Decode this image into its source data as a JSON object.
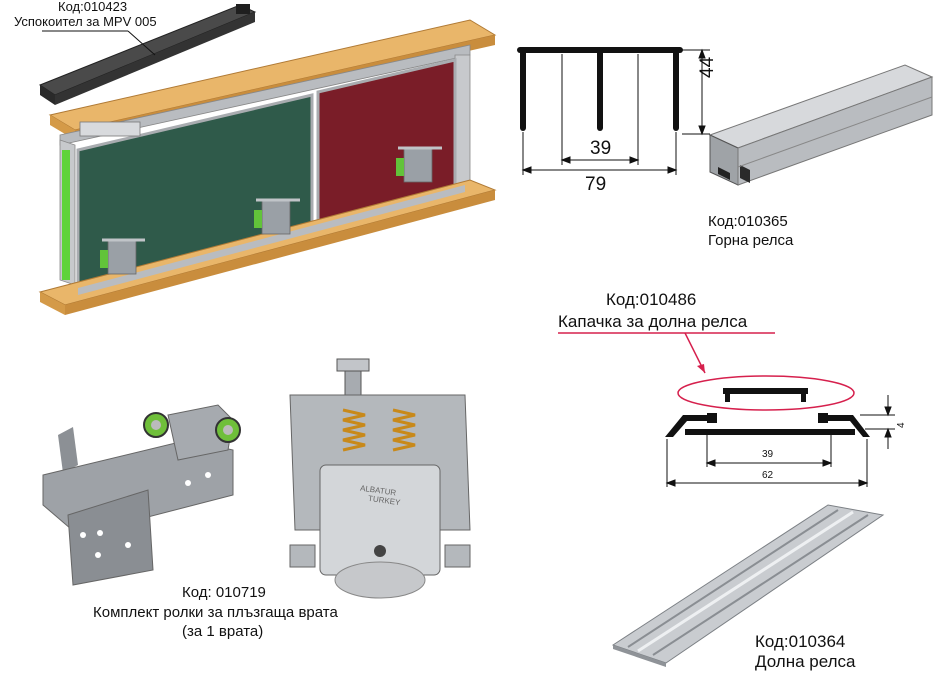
{
  "damper": {
    "code": "Код:010423",
    "name": "Успокоител за MPV 005"
  },
  "top_rail": {
    "code": "Код:010365",
    "name": "Горна релса",
    "dim_height": "44",
    "dim_inner": "39",
    "dim_outer": "79"
  },
  "cap": {
    "code": "Код:010486",
    "name": "Капачка за долна релса"
  },
  "bottom_profile": {
    "dim_inner": "39",
    "dim_outer": "62",
    "dim_height": "4"
  },
  "roller_kit": {
    "code": "Код: 010719",
    "name": "Комплект ролки за плъзгаща врата",
    "note": "(за 1 врата)"
  },
  "bottom_rail": {
    "code": "Код:010364",
    "name": "Долна релса"
  },
  "roller_stamp": {
    "line1": "ALBATUR",
    "line2": "TURKEY"
  },
  "colors": {
    "accent_red": "#d6204d",
    "wood": "#e9b66a",
    "door_green": "#2f5a4a",
    "door_red": "#7a1d28",
    "aluminium": "#b9bcc0"
  }
}
